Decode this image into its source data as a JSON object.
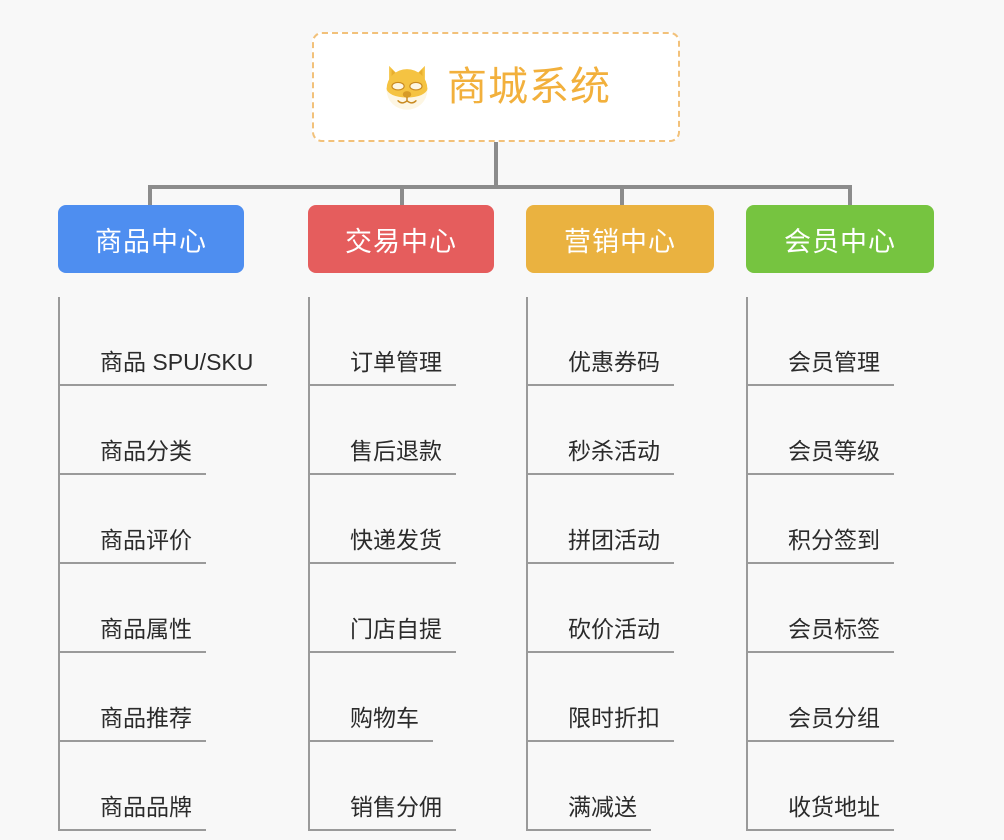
{
  "background_color": "#f8f8f8",
  "root": {
    "title": "商城系统",
    "icon": "shiba-dog-icon",
    "text_color": "#f2b03c",
    "border_color": "#f2c17a"
  },
  "connector_color": "#8c8c8c",
  "columns": [
    {
      "title": "商品中心",
      "color": "#4e8ef0",
      "items": [
        "商品 SPU/SKU",
        "商品分类",
        "商品评价",
        "商品属性",
        "商品推荐",
        "商品品牌"
      ]
    },
    {
      "title": "交易中心",
      "color": "#e55d5d",
      "items": [
        "订单管理",
        "售后退款",
        "快递发货",
        "门店自提",
        "购物车",
        "销售分佣"
      ]
    },
    {
      "title": "营销中心",
      "color": "#eab240",
      "items": [
        "优惠券码",
        "秒杀活动",
        "拼团活动",
        "砍价活动",
        "限时折扣",
        "满减送"
      ]
    },
    {
      "title": "会员中心",
      "color": "#76c440",
      "items": [
        "会员管理",
        "会员等级",
        "积分签到",
        "会员标签",
        "会员分组",
        "收货地址"
      ]
    }
  ]
}
